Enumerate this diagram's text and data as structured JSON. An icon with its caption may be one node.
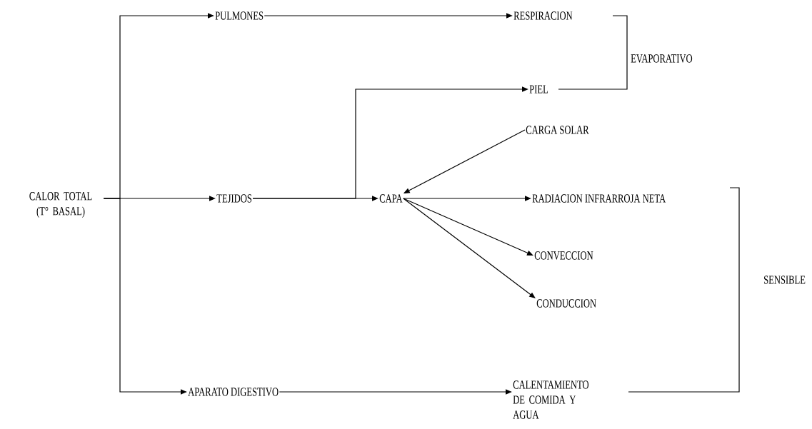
{
  "diagram": {
    "nodes": [
      {
        "text": [
          "CALOR TOTAL (T° BASAL)"
        ]
      },
      {
        "text": [
          "PULMONES"
        ]
      },
      {
        "text": [
          "RESPIRACION"
        ]
      },
      {
        "text": [
          "PIEL"
        ]
      },
      {
        "text": [
          "CARGA SOLAR"
        ]
      },
      {
        "text": [
          "TEJIDOS"
        ]
      },
      {
        "text": [
          "CAPA"
        ]
      },
      {
        "text": [
          "RADIACION INFRARROJA NETA"
        ]
      },
      {
        "text": [
          "CONVECCION"
        ]
      },
      {
        "text": [
          "CONDUCCION"
        ]
      },
      {
        "text": [
          "APARATO DIGESTIVO"
        ]
      },
      {
        "text": [
          "CALENTAMIENTO DE COMIDA Y AGUA"
        ]
      }
    ],
    "edges": [
      {
        "from": 0,
        "to": 1,
        "arrow": "to"
      },
      {
        "from": 0,
        "to": 5,
        "arrow": "to"
      },
      {
        "from": 0,
        "to": 10,
        "arrow": "to"
      },
      {
        "from": 1,
        "to": 2,
        "arrow": "to"
      },
      {
        "from": 5,
        "to": 6,
        "arrow": "to"
      },
      {
        "from": 5,
        "to": 3,
        "arrow": "to"
      },
      {
        "from": 4,
        "to": 6,
        "arrow": "to"
      },
      {
        "from": 6,
        "to": 7,
        "arrow": "to"
      },
      {
        "from": 6,
        "to": 8,
        "arrow": "to"
      },
      {
        "from": 6,
        "to": 9,
        "arrow": "to"
      },
      {
        "from": 10,
        "to": 11,
        "arrow": "to"
      }
    ],
    "labels": [
      "EVAPORATIVO",
      "SENSIBLE"
    ]
  }
}
